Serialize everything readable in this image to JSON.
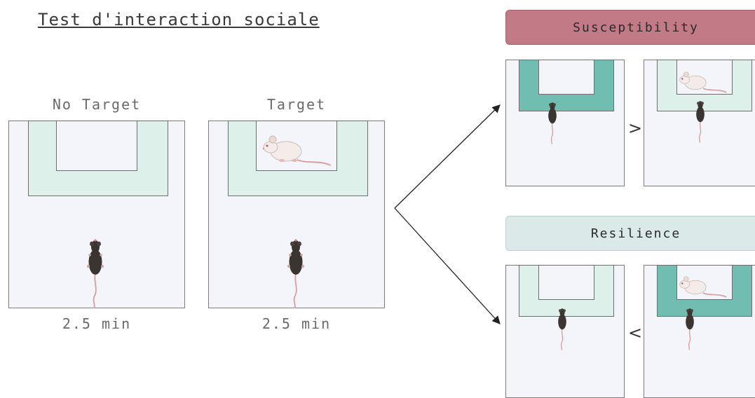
{
  "title": "Test d'interaction sociale",
  "left_panel": {
    "no_target": {
      "label": "No Target",
      "duration": "2.5 min"
    },
    "target": {
      "label": "Target",
      "duration": "2.5 min"
    }
  },
  "outcomes": {
    "susceptibility": {
      "label": "Susceptibility",
      "color": "#c17a86",
      "comparison": ">"
    },
    "resilience": {
      "label": "Resilience",
      "color": "#dbe9e8",
      "comparison": "<"
    }
  },
  "colors": {
    "arena": "#f3f5fa",
    "zone_light": "#ddf0ea",
    "zone_dark": "#72bdb2",
    "experimental_mouse": "#3b3532",
    "target_mouse": "#f3ece8",
    "tail": "#d99f9f"
  },
  "icons": [
    "black-mouse-icon",
    "white-mouse-icon",
    "arrow-icon"
  ]
}
